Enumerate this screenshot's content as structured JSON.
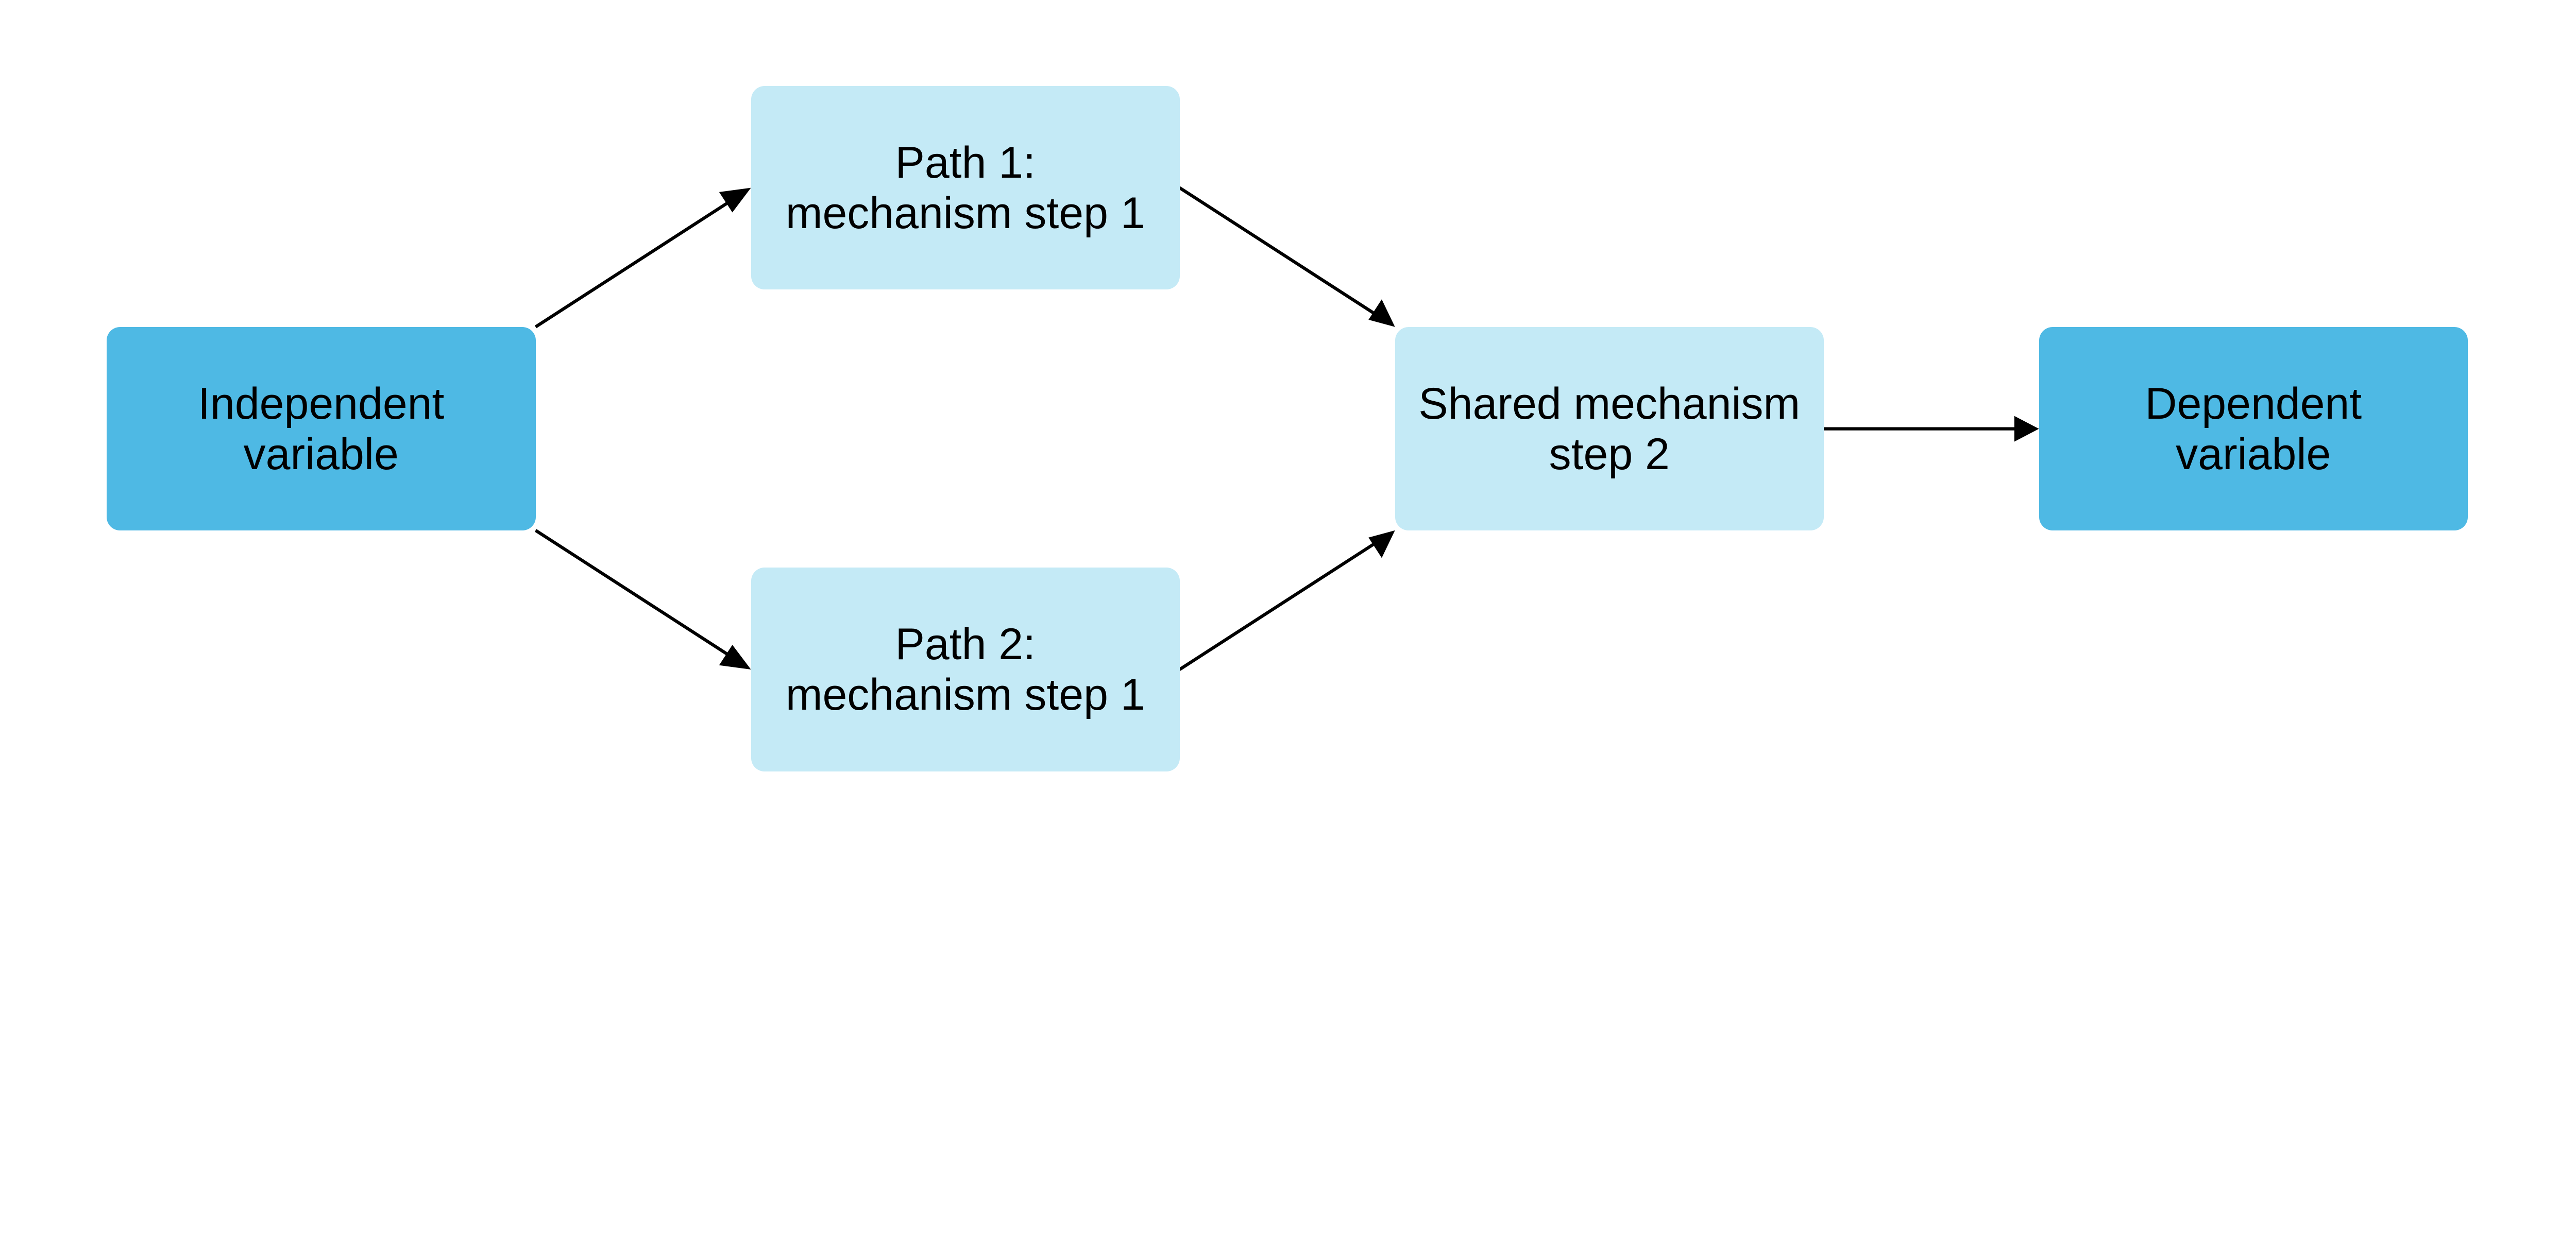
{
  "nodes": {
    "independent": {
      "line1": "Independent",
      "line2": "variable"
    },
    "path1": {
      "line1": "Path 1:",
      "line2": "mechanism step 1"
    },
    "path2": {
      "line1": "Path 2:",
      "line2": "mechanism step 1"
    },
    "shared": {
      "line1": "Shared mechanism",
      "line2": "step 2"
    },
    "dependent": {
      "line1": "Dependent",
      "line2": "variable"
    }
  },
  "colors": {
    "variable_box": "#4EB9E4",
    "mechanism_box": "#C4EAF6",
    "arrow": "#000000"
  }
}
